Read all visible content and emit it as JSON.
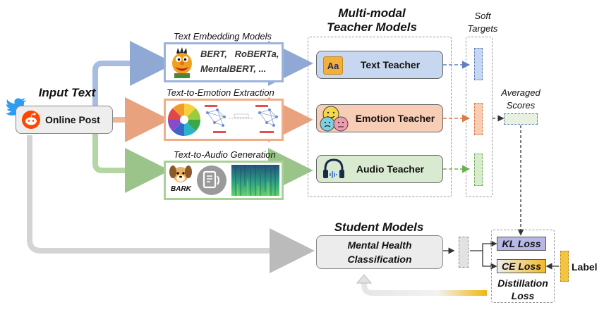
{
  "input": {
    "title": "Input Text",
    "post_label": "Online Post"
  },
  "extractors": {
    "text_embedding": {
      "title": "Text Embedding Models",
      "models_line1": "BERT,   RoBERTa,",
      "models_line2": "MentalBERT, ..."
    },
    "emotion": {
      "title": "Text-to-Emotion Extraction"
    },
    "audio": {
      "title": "Text-to-Audio Generation",
      "bark_label": "BARK"
    }
  },
  "teachers": {
    "header_line1": "Multi-modal",
    "header_line2": "Teacher Models",
    "text": {
      "label": "Text Teacher",
      "icon_text": "Aa"
    },
    "emotion": {
      "label": "Emotion Teacher"
    },
    "audio": {
      "label": "Audio Teacher"
    }
  },
  "soft_targets": {
    "line1": "Soft",
    "line2": "Targets"
  },
  "averaged": {
    "line1": "Averaged",
    "line2": "Scores"
  },
  "student": {
    "header": "Student Models",
    "line1": "Mental Health",
    "line2": "Classification"
  },
  "losses": {
    "kl": "KL Loss",
    "ce": "CE Loss",
    "label": "Label",
    "distill_line1": "Distillation",
    "distill_line2": "Loss"
  },
  "colors": {
    "text_blue": "#c5d6ee",
    "emotion_orange": "#f6c9b0",
    "audio_green": "#d5e8cc",
    "kl_purple": "#b8b8e8",
    "ce_yellow": "#f5c342"
  }
}
